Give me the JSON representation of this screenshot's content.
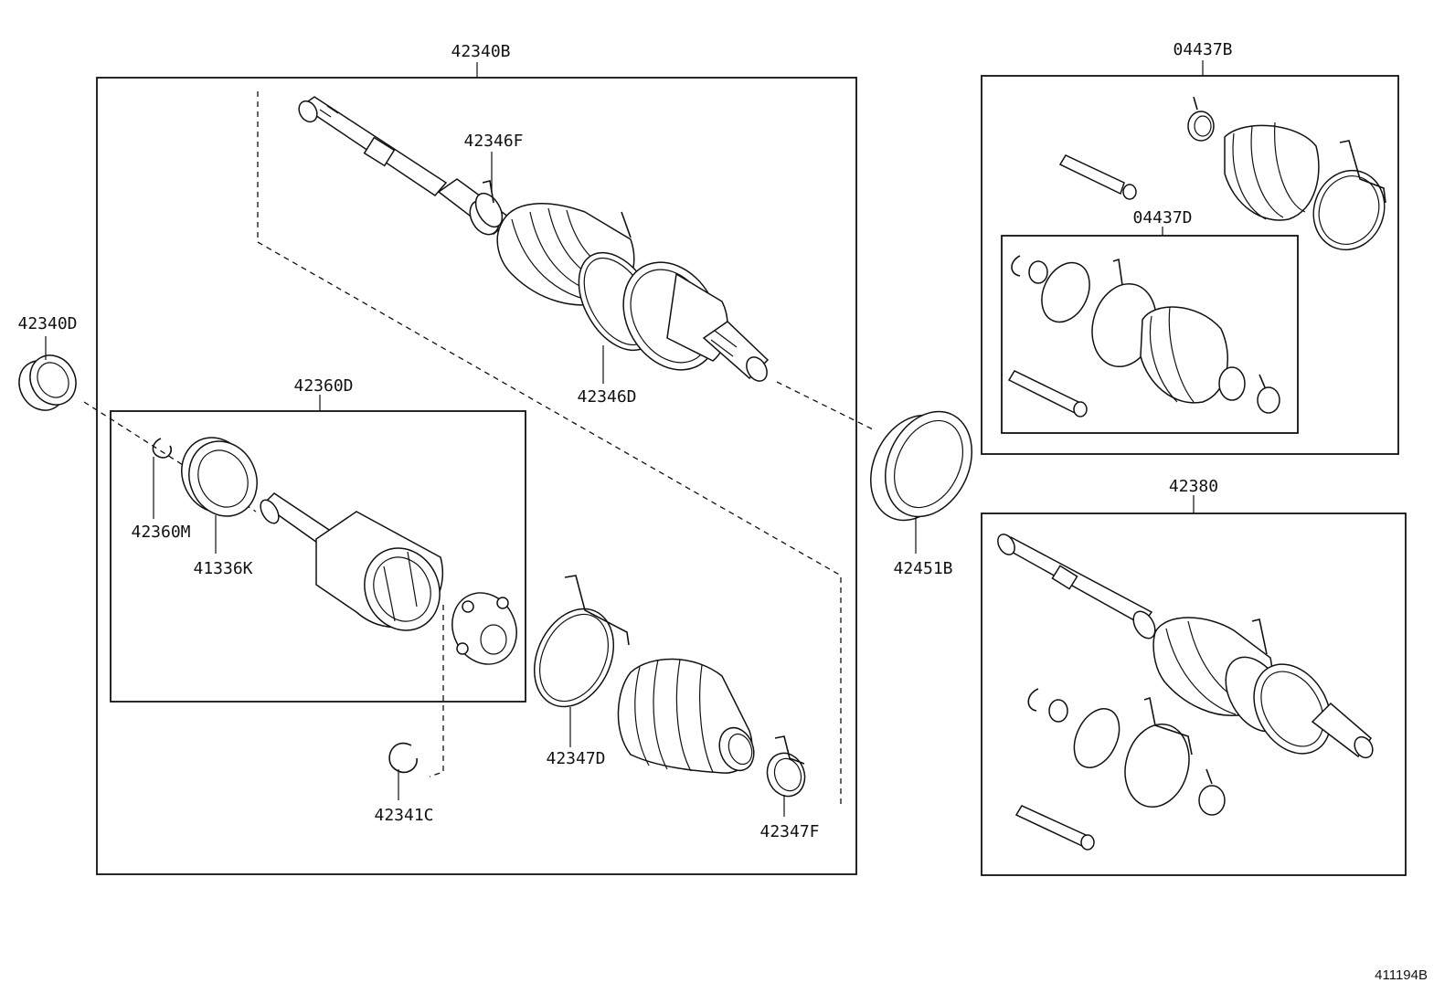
{
  "labels": {
    "p42340B": "42340B",
    "p42346F": "42346F",
    "p42346D": "42346D",
    "p42340D": "42340D",
    "p42360D": "42360D",
    "p42360M": "42360M",
    "p41336K": "41336K",
    "p42347D": "42347D",
    "p42341C": "42341C",
    "p42347F": "42347F",
    "p42451B": "42451B",
    "p04437B": "04437B",
    "p04437D": "04437D",
    "p42380": "42380"
  },
  "diagram_ref": "411194B"
}
